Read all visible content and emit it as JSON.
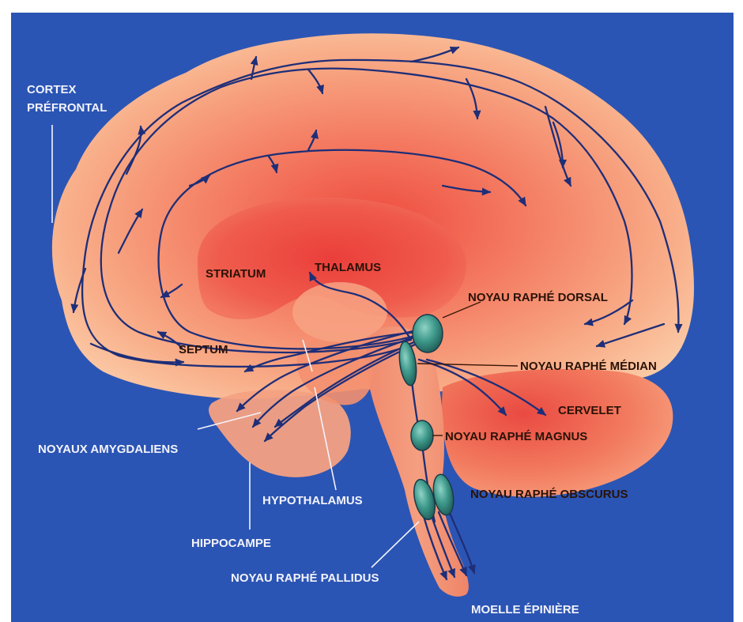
{
  "labels": {
    "cortex_line1": "CORTEX",
    "cortex_line2": "PRÉFRONTAL",
    "striatum": "STRIATUM",
    "thalamus": "THALAMUS",
    "septum": "SEPTUM",
    "raphe_dorsal": "NOYAU RAPHÉ DORSAL",
    "raphe_median": "NOYAU RAPHÉ MÉDIAN",
    "cervelet": "CERVELET",
    "raphe_magnus": "NOYAU RAPHÉ MAGNUS",
    "raphe_obscurus": "NOYAU RAPHÉ OBSCURUS",
    "amygdala": "NOYAUX AMYGDALIENS",
    "hypothalamus": "HYPOTHALAMUS",
    "hippocampe": "HIPPOCAMPE",
    "raphe_pallidus": "NOYAU RAPHÉ PALLIDUS",
    "moelle": "MOELLE ÉPINIÈRE"
  },
  "colors": {
    "background": "#2b55b4",
    "brain_outer": "#f9c3a0",
    "brain_inner": "#f05a48",
    "pathways": "#1e2e78",
    "nuclei": "#3f9a8c",
    "label_dark": "#2a1208",
    "label_light": "#f3f3fb"
  }
}
